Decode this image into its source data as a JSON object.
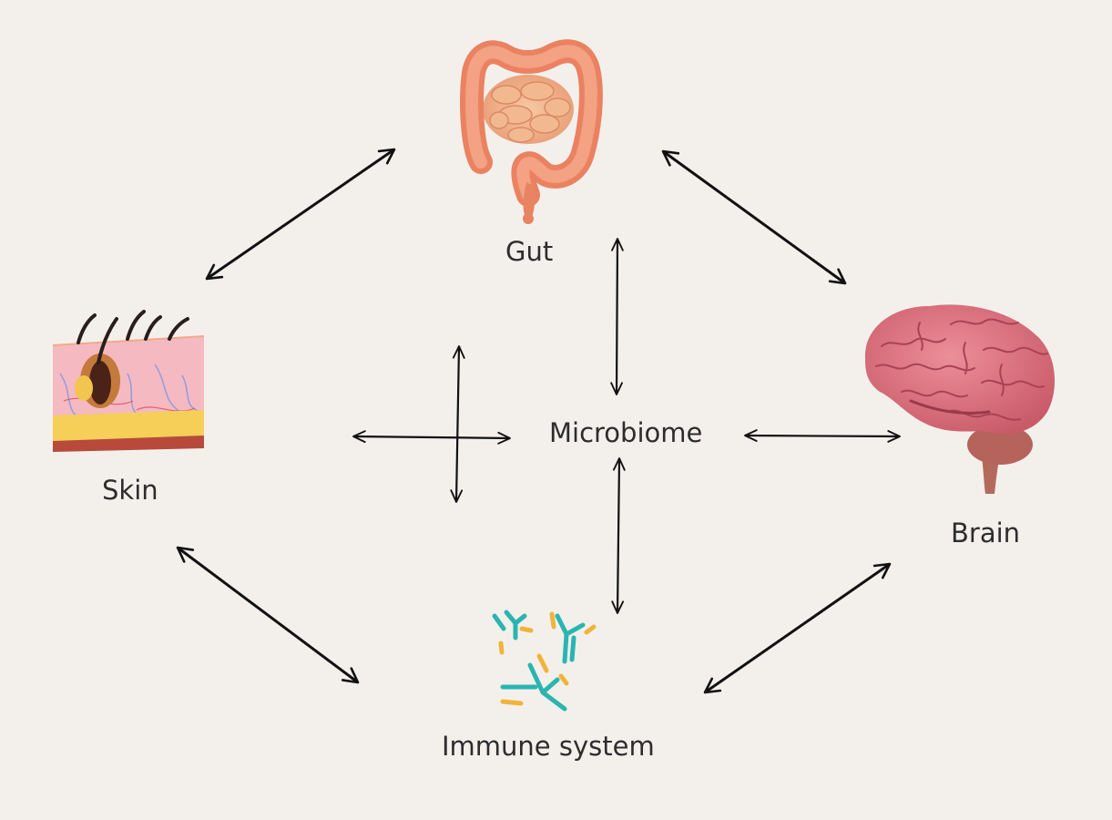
{
  "nodes": {
    "gut": {
      "label": "Gut",
      "icon": "intestine-icon"
    },
    "skin": {
      "label": "Skin",
      "icon": "skin-cross-section-icon"
    },
    "microbiome": {
      "label": "Microbiome"
    },
    "brain": {
      "label": "Brain",
      "icon": "brain-icon"
    },
    "immune": {
      "label": "Immune system",
      "icon": "antibody-icon"
    }
  },
  "connections": [
    {
      "from": "Gut",
      "to": "Skin",
      "bidirectional": true
    },
    {
      "from": "Gut",
      "to": "Brain",
      "bidirectional": true
    },
    {
      "from": "Gut",
      "to": "Microbiome",
      "bidirectional": true
    },
    {
      "from": "Skin",
      "to": "Microbiome",
      "bidirectional": true
    },
    {
      "from": "Microbiome",
      "to": "Brain",
      "bidirectional": true
    },
    {
      "from": "Microbiome",
      "to": "Immune system",
      "bidirectional": true
    },
    {
      "from": "Skin",
      "to": "Immune system",
      "bidirectional": true
    },
    {
      "from": "Immune system",
      "to": "Brain",
      "bidirectional": true
    }
  ],
  "colors": {
    "background": "#f3f0ec",
    "arrow": "#111111",
    "antibody": "#2bb5b0",
    "antigen": "#f0b43c",
    "brain": "#d9707e",
    "gut": "#ee8a6a"
  }
}
